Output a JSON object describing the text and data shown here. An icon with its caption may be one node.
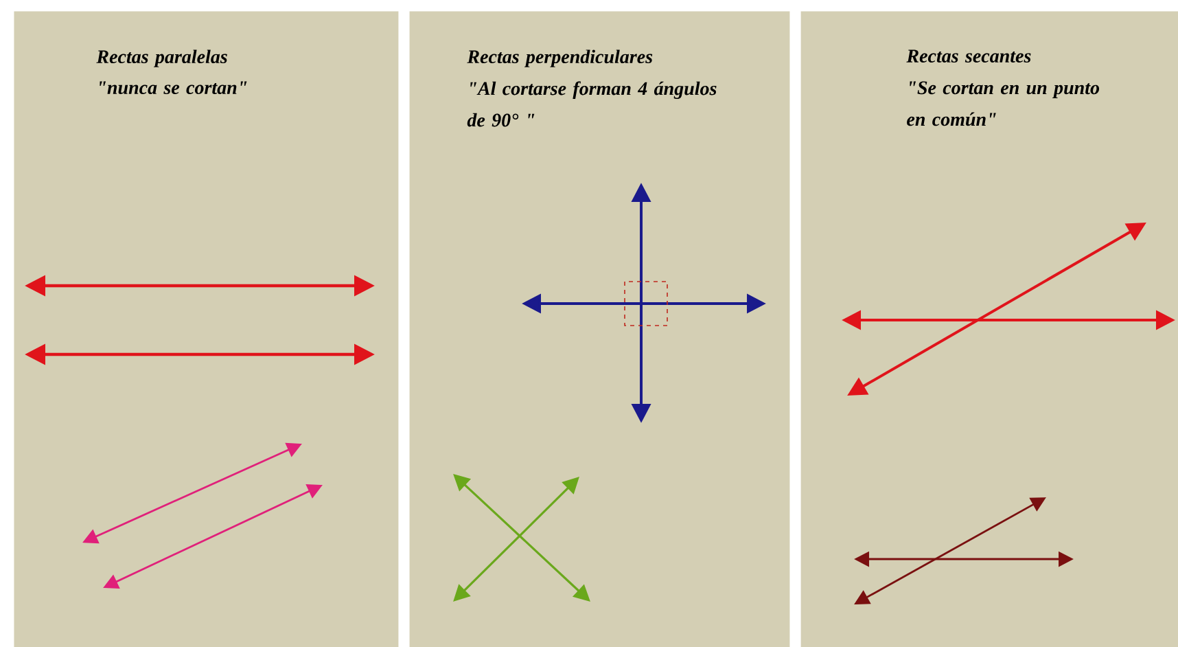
{
  "diagram": {
    "nodes": [
      {
        "text": [
          "Rectas paralelas",
          "\"nunca se cortan\""
        ]
      },
      {
        "text": [
          "Rectas perpendiculares",
          "\"Al cortarse forman 4 ángulos de 90° \""
        ]
      },
      {
        "text": [
          "Rectas secantes",
          "\"Se cortan en un punto en común\""
        ]
      }
    ]
  }
}
